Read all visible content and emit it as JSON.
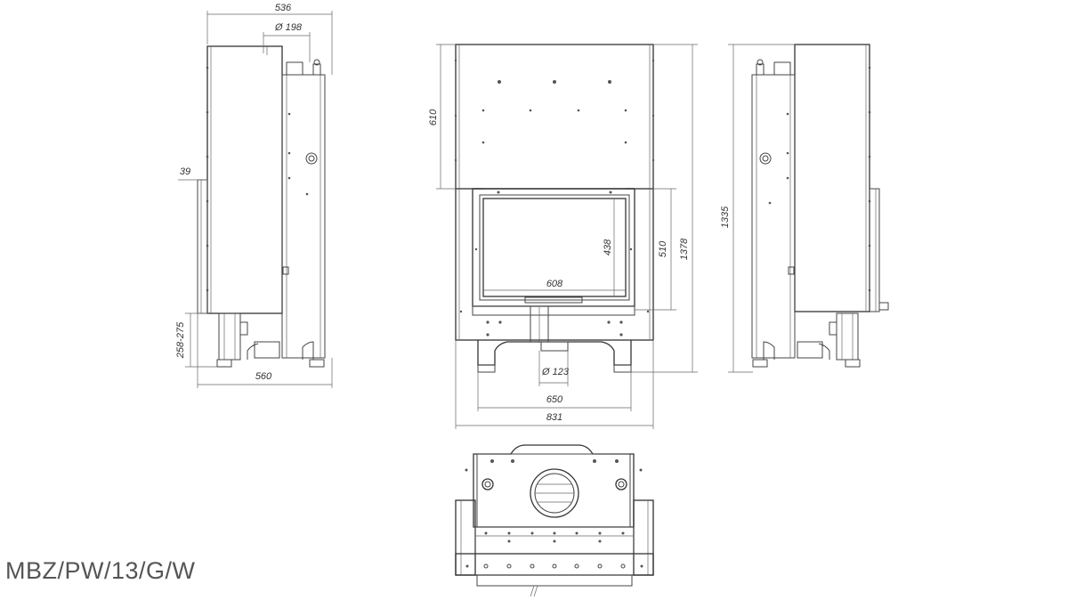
{
  "model_code": "MBZ/PW/13/G/W",
  "dimensions": {
    "side_total_depth": "536",
    "side_flue_diameter": "Ø 198",
    "side_offset": "39",
    "side_leg_height": "258-275",
    "side_base_depth": "560",
    "front_upper_height": "610",
    "front_glass_height": "438",
    "front_glass_width": "608",
    "front_opening_height": "510",
    "front_total_height": "1378",
    "front_air_diameter": "Ø 123",
    "front_base_width": "650",
    "front_total_width": "831",
    "right_side_height": "1335"
  }
}
